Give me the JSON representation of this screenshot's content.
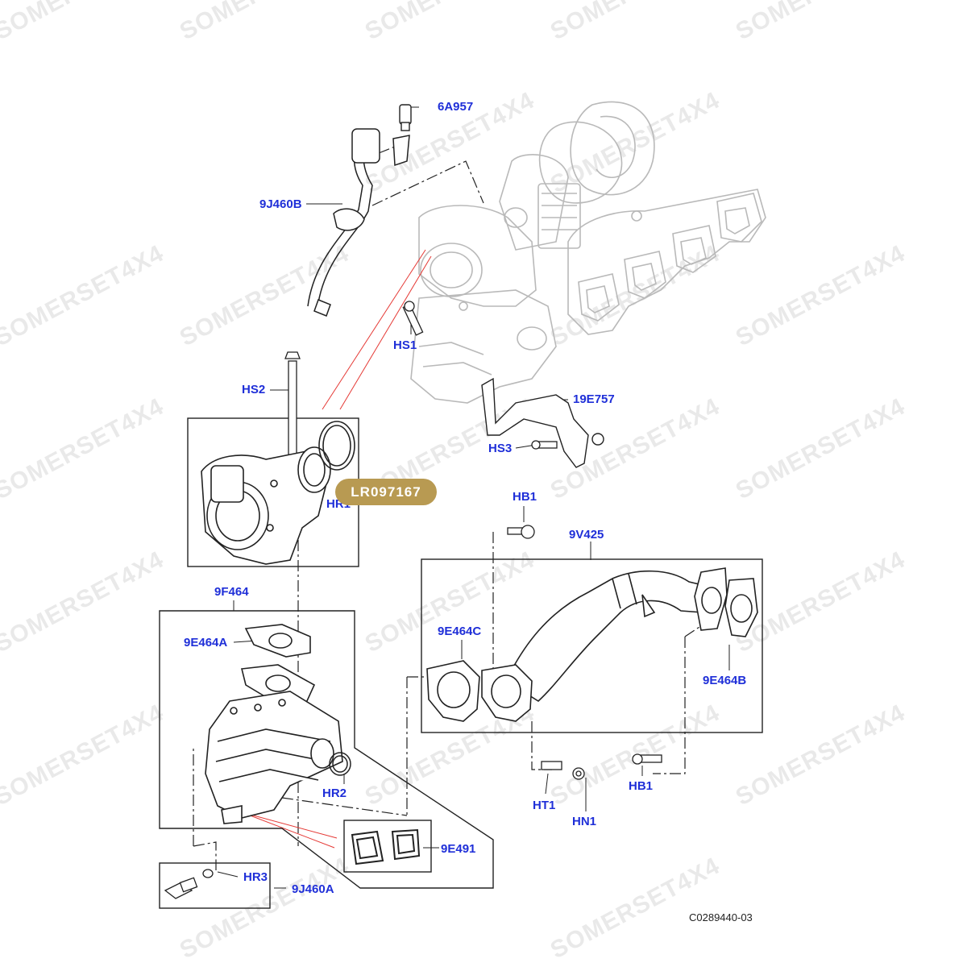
{
  "diagram": {
    "watermark": "SOMERSET4X4",
    "highlighted_part": "LR097167",
    "reference_code": "C0289440-03",
    "callouts": {
      "c_6a957": "6A957",
      "c_9j460b": "9J460B",
      "c_hs1": "HS1",
      "c_hs2": "HS2",
      "c_19e757": "19E757",
      "c_hs3": "HS3",
      "c_hr1": "HR1",
      "c_hb1_top": "HB1",
      "c_9v425": "9V425",
      "c_9f464": "9F464",
      "c_9e464a": "9E464A",
      "c_9e464c": "9E464C",
      "c_9e464b": "9E464B",
      "c_hr2": "HR2",
      "c_ht1": "HT1",
      "c_hn1": "HN1",
      "c_hb1_bottom": "HB1",
      "c_9e491": "9E491",
      "c_hr3": "HR3",
      "c_9j460a": "9J460A"
    }
  }
}
